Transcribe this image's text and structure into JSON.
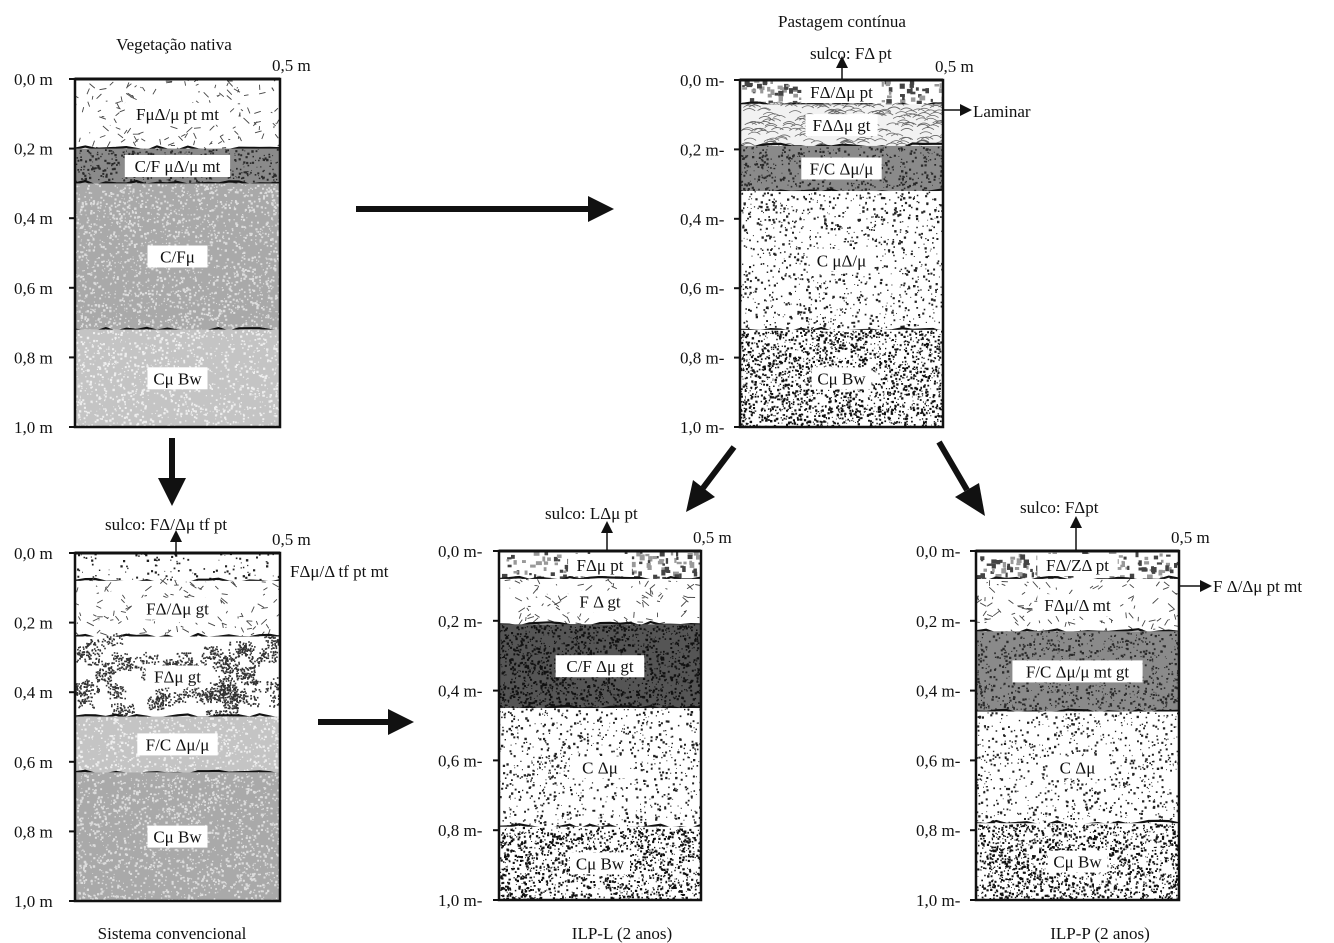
{
  "profiles": [
    {
      "id": "vn",
      "title": "Vegetação nativa",
      "caption": "",
      "width_label": "0,5 m",
      "depth_labels": [
        "0,0 m",
        "0,2 m",
        "0,4 m",
        "0,6 m",
        "0,8 m",
        "1,0 m"
      ],
      "sulco": "",
      "side_labels": [],
      "layers": [
        {
          "label": "FμΔ/μ pt mt",
          "top": 0.0,
          "bottom": 0.2,
          "texture": "crack"
        },
        {
          "label": "C/F μΔ/μ mt",
          "top": 0.2,
          "bottom": 0.3,
          "texture": "dark"
        },
        {
          "label": "C/Fμ",
          "top": 0.3,
          "bottom": 0.72,
          "texture": "grey"
        },
        {
          "label": "Cμ Bw",
          "top": 0.72,
          "bottom": 1.0,
          "texture": "greylight"
        }
      ]
    },
    {
      "id": "pc",
      "title": "Pastagem contínua",
      "caption": "",
      "width_label": "0,5 m",
      "depth_labels": [
        "0,0 m-",
        "0,2 m-",
        "0,4 m-",
        "0,6 m-",
        "0,8 m-",
        "1,0 m-"
      ],
      "sulco": "sulco: FΔ  pt",
      "side_labels": [
        "Laminar"
      ],
      "layers": [
        {
          "label": "FΔ/Δμ pt",
          "top": 0.0,
          "bottom": 0.07,
          "texture": "blocky"
        },
        {
          "label": "FΔΔμ gt",
          "top": 0.07,
          "bottom": 0.19,
          "texture": "granular"
        },
        {
          "label": "F/C Δμ/μ",
          "top": 0.19,
          "bottom": 0.32,
          "texture": "dark"
        },
        {
          "label": "C μΔ/μ",
          "top": 0.32,
          "bottom": 0.72,
          "texture": "sparse"
        },
        {
          "label": "Cμ Bw",
          "top": 0.72,
          "bottom": 1.0,
          "texture": "blackdense"
        }
      ]
    },
    {
      "id": "sc",
      "title": "",
      "caption": "Sistema convencional",
      "width_label": "0,5 m",
      "depth_labels": [
        "0,0 m",
        "0,2 m",
        "0,4 m",
        "0,6 m",
        "0,8 m",
        "1,0 m"
      ],
      "sulco": "sulco: FΔ/Δμ tf  pt",
      "side_labels": [
        "FΔμ/Δ tf  pt mt"
      ],
      "layers": [
        {
          "label": "",
          "top": 0.0,
          "bottom": 0.08,
          "texture": "dots"
        },
        {
          "label": "FΔ/Δμ gt",
          "top": 0.08,
          "bottom": 0.24,
          "texture": "crack"
        },
        {
          "label": "FΔμ gt",
          "top": 0.24,
          "bottom": 0.47,
          "texture": "clumps"
        },
        {
          "label": "F/C Δμ/μ",
          "top": 0.47,
          "bottom": 0.63,
          "texture": "greylight"
        },
        {
          "label": "Cμ Bw",
          "top": 0.63,
          "bottom": 1.0,
          "texture": "grey"
        }
      ]
    },
    {
      "id": "ilpl",
      "title": "",
      "caption": "ILP-L (2 anos)",
      "width_label": "0,5 m",
      "depth_labels": [
        "0,0 m-",
        "0,2 m-",
        "0,4 m-",
        "0,6 m-",
        "0,8 m-",
        "1,0 m-"
      ],
      "sulco": "sulco: LΔμ pt",
      "side_labels": [],
      "layers": [
        {
          "label": "FΔμ pt",
          "top": 0.0,
          "bottom": 0.08,
          "texture": "blocky"
        },
        {
          "label": "F Δ gt",
          "top": 0.08,
          "bottom": 0.21,
          "texture": "crack"
        },
        {
          "label": "C/F Δμ gt",
          "top": 0.21,
          "bottom": 0.45,
          "texture": "darkest"
        },
        {
          "label": "C Δμ",
          "top": 0.45,
          "bottom": 0.79,
          "texture": "sparse"
        },
        {
          "label": "Cμ Bw",
          "top": 0.79,
          "bottom": 1.0,
          "texture": "blackdense"
        }
      ]
    },
    {
      "id": "ilpp",
      "title": "",
      "caption": "ILP-P (2 anos)",
      "width_label": "0,5 m",
      "depth_labels": [
        "0,0 m-",
        "0,2 m-",
        "0,4 m-",
        "0,6 m-",
        "0,8 m-",
        "1,0 m-"
      ],
      "sulco": "sulco: FΔpt",
      "side_labels": [
        "F Δ/Δμ  pt mt"
      ],
      "layers": [
        {
          "label": "FΔ/ZΔ pt",
          "top": 0.0,
          "bottom": 0.08,
          "texture": "blocky"
        },
        {
          "label": "FΔμ/Δ mt",
          "top": 0.08,
          "bottom": 0.23,
          "texture": "crack"
        },
        {
          "label": "F/C Δμ/μ mt gt",
          "top": 0.23,
          "bottom": 0.46,
          "texture": "dark"
        },
        {
          "label": "C Δμ",
          "top": 0.46,
          "bottom": 0.78,
          "texture": "sparse"
        },
        {
          "label": "Cμ Bw",
          "top": 0.78,
          "bottom": 1.0,
          "texture": "blackdense"
        }
      ]
    }
  ]
}
